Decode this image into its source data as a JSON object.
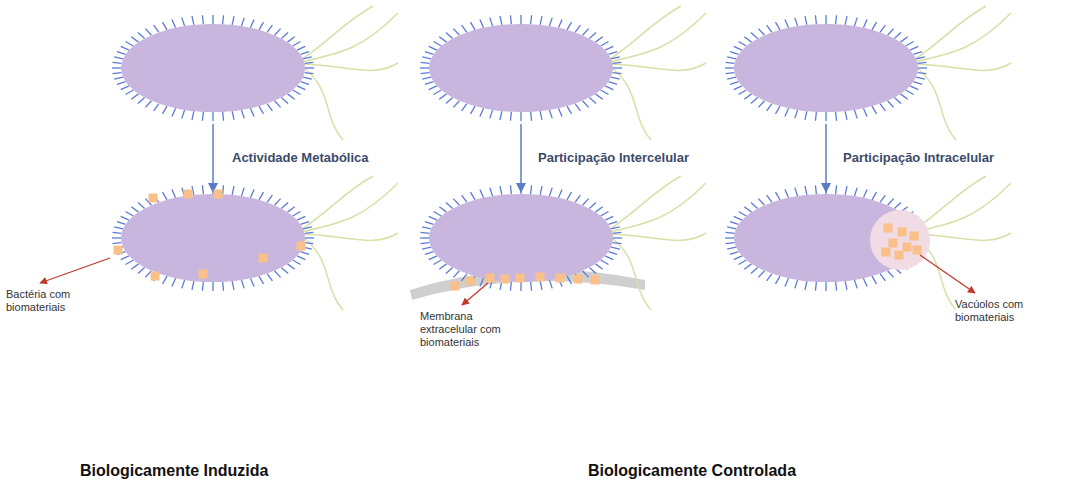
{
  "diagram": {
    "labels": [
      "Actividade Metabólica",
      "Participação Intercelular",
      "Participação Intracelular",
      "Bactéria com biomateriais",
      "Membrana extracelular com biomateriais",
      "Vacúolos com biomateriais",
      "Biologicamente Induzida",
      "Biologicamente Controlada"
    ]
  }
}
